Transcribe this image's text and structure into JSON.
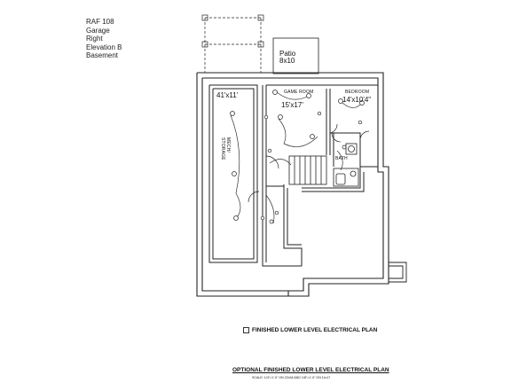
{
  "info": {
    "lines": [
      "RAF 108",
      "Garage",
      "Right",
      "Elevation B",
      "Basement"
    ]
  },
  "rooms": {
    "patio_name": "Patio",
    "patio_size": "8x10",
    "storage_size": "41'x11'",
    "storage_name_1": "MECH/",
    "storage_name_2": "STORAGE",
    "game_room_name": "GAME ROOM",
    "game_room_size": "15'x17'",
    "bedroom_name": "BEDROOM",
    "bedroom_size": "14'x10'4\"",
    "bath_name": "BATH"
  },
  "legend": {
    "label": "FINISHED LOWER LEVEL ELECTRICAL PLAN"
  },
  "footer": {
    "title": "OPTIONAL FINISHED LOWER LEVEL ELECTRICAL PLAN",
    "scale": "SCALE: 1/4\"=1'-0\" ON 22x34 AND 1/8\"=1'-0\" ON 11x17"
  }
}
